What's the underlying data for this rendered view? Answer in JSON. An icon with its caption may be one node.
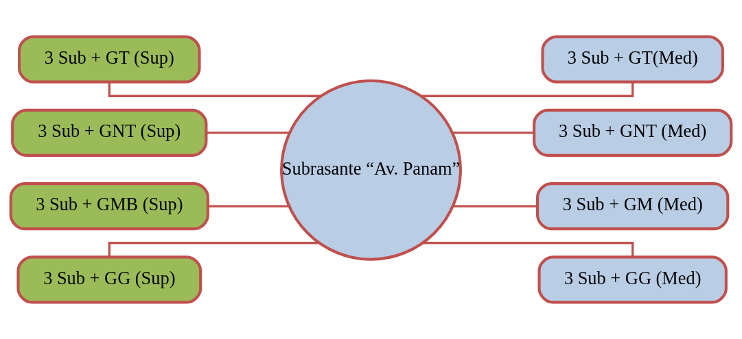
{
  "diagram": {
    "nodes": [
      {
        "text": [
          "Subrasante “Av. Panam”"
        ]
      },
      {
        "text": [
          "3 Sub + GT (Sup)"
        ]
      },
      {
        "text": [
          "3 Sub + GNT (Sup)"
        ]
      },
      {
        "text": [
          "3 Sub + GMB (Sup)"
        ]
      },
      {
        "text": [
          "3 Sub + GG (Sup)"
        ]
      },
      {
        "text": [
          "3 Sub + GT(Med)"
        ]
      },
      {
        "text": [
          "3 Sub + GNT (Med)"
        ]
      },
      {
        "text": [
          "3 Sub + GM (Med)"
        ]
      },
      {
        "text": [
          "3 Sub + GG (Med)"
        ]
      }
    ],
    "edges": [
      {
        "from": 1,
        "to": 0,
        "arrow": "none"
      },
      {
        "from": 2,
        "to": 0,
        "arrow": "none"
      },
      {
        "from": 3,
        "to": 0,
        "arrow": "none"
      },
      {
        "from": 4,
        "to": 0,
        "arrow": "none"
      },
      {
        "from": 0,
        "to": 5,
        "arrow": "none"
      },
      {
        "from": 0,
        "to": 6,
        "arrow": "none"
      },
      {
        "from": 0,
        "to": 7,
        "arrow": "none"
      },
      {
        "from": 0,
        "to": 8,
        "arrow": "none"
      }
    ]
  }
}
